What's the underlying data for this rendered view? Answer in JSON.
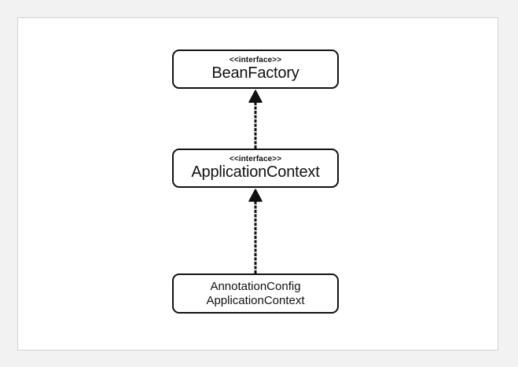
{
  "diagram": {
    "nodes": [
      {
        "id": "beanfactory",
        "stereotype": "<<interface>>",
        "lines": [
          "BeanFactory"
        ]
      },
      {
        "id": "appcontext",
        "stereotype": "<<interface>>",
        "lines": [
          "ApplicationContext"
        ]
      },
      {
        "id": "annotation",
        "stereotype": "",
        "lines": [
          "AnnotationConfig",
          "ApplicationContext"
        ]
      }
    ],
    "edges": [
      {
        "from": "appcontext",
        "to": "beanfactory",
        "type": "inheritance"
      },
      {
        "from": "annotation",
        "to": "appcontext",
        "type": "inheritance"
      }
    ],
    "colors": {
      "stroke": "#111111",
      "background": "#ffffff",
      "frame": "#d2d2d2",
      "page": "#f2f2f2"
    }
  }
}
